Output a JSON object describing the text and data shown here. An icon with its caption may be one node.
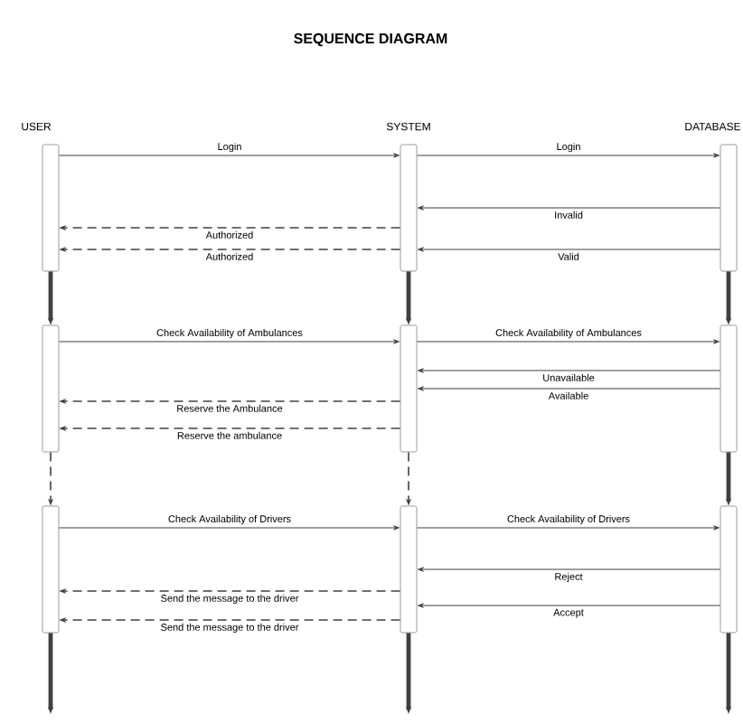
{
  "diagram": {
    "title": "SEQUENCE DIAGRAM",
    "nodes": [
      {
        "text": [],
        "shape": "bar"
      },
      {
        "text": [],
        "shape": "bar"
      },
      {
        "text": [],
        "shape": "bar"
      },
      {
        "text": [],
        "shape": "bar"
      },
      {
        "text": [],
        "shape": "bar"
      },
      {
        "text": [],
        "shape": "bar"
      },
      {
        "text": [],
        "shape": "bar"
      },
      {
        "text": [],
        "shape": "bar"
      },
      {
        "text": [],
        "shape": "bar"
      }
    ],
    "edges": [
      {
        "from": 0,
        "to": 1,
        "arrow": "to",
        "label": "Login"
      },
      {
        "from": 1,
        "to": 2,
        "arrow": "to",
        "label": "Login"
      },
      {
        "from": 2,
        "to": 1,
        "arrow": "to",
        "label": "Invalid"
      },
      {
        "from": 1,
        "to": 0,
        "arrow": "to",
        "label": "Authorized",
        "style": "dashed"
      },
      {
        "from": 1,
        "to": 0,
        "arrow": "to",
        "label": "Authorized",
        "style": "dashed"
      },
      {
        "from": 2,
        "to": 1,
        "arrow": "to",
        "label": "Valid"
      },
      {
        "from": 3,
        "to": 4,
        "arrow": "to",
        "label": "Check Availability of Ambulances"
      },
      {
        "from": 4,
        "to": 5,
        "arrow": "to",
        "label": "Check Availability of Ambulances"
      },
      {
        "from": 5,
        "to": 4,
        "arrow": "to",
        "label": "Unavailable"
      },
      {
        "from": 5,
        "to": 4,
        "arrow": "to",
        "label": "Available"
      },
      {
        "from": 4,
        "to": 3,
        "arrow": "to",
        "label": "Reserve the Ambulance",
        "style": "dashed"
      },
      {
        "from": 4,
        "to": 3,
        "arrow": "to",
        "label": "Reserve the ambulance",
        "style": "dashed"
      },
      {
        "from": 6,
        "to": 7,
        "arrow": "to",
        "label": "Check Availability of Drivers"
      },
      {
        "from": 7,
        "to": 8,
        "arrow": "to",
        "label": "Check Availability of Drivers"
      },
      {
        "from": 8,
        "to": 7,
        "arrow": "to",
        "label": "Reject"
      },
      {
        "from": 7,
        "to": 6,
        "arrow": "to",
        "label": "Send the message to the driver",
        "style": "dashed"
      },
      {
        "from": 8,
        "to": 7,
        "arrow": "to",
        "label": "Accept"
      },
      {
        "from": 7,
        "to": 6,
        "arrow": "to",
        "label": "Send the message to the driver",
        "style": "dashed"
      },
      {
        "from": 0,
        "to": 3,
        "arrow": "to",
        "style": "thick"
      },
      {
        "from": 1,
        "to": 4,
        "arrow": "to",
        "style": "thick"
      },
      {
        "from": 2,
        "to": 5,
        "arrow": "to",
        "style": "thick"
      },
      {
        "from": 3,
        "to": 6,
        "arrow": "to",
        "style": "dashed"
      },
      {
        "from": 4,
        "to": 7,
        "arrow": "to",
        "style": "dashed"
      },
      {
        "from": 5,
        "to": 8,
        "arrow": "to",
        "style": "thick"
      },
      {
        "from": 6,
        "to": null,
        "arrow": "to",
        "style": "thick"
      },
      {
        "from": 7,
        "to": null,
        "arrow": "to",
        "style": "thick"
      },
      {
        "from": 8,
        "to": null,
        "arrow": "to",
        "style": "thick"
      }
    ],
    "labels": [
      "USER",
      "SYSTEM",
      "DATABASE"
    ]
  }
}
